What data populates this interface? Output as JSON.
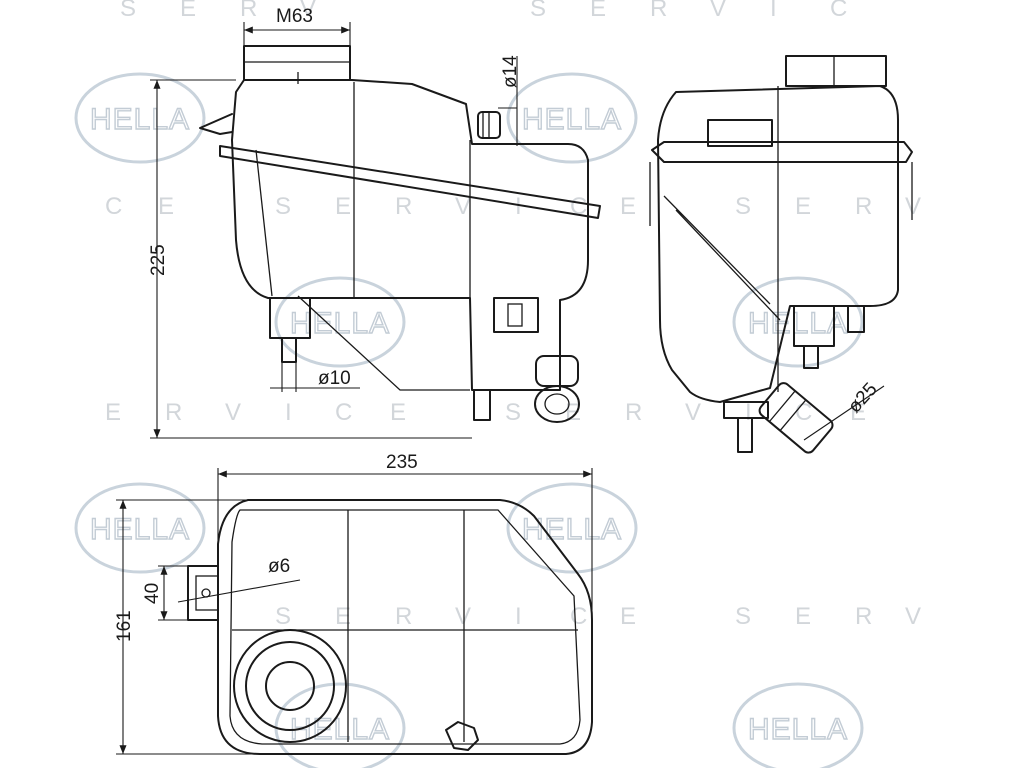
{
  "watermark": {
    "brand": "HELLA",
    "service_letters": [
      "S",
      "E",
      "R",
      "V",
      "I",
      "C",
      "E"
    ],
    "color": "#c9d3dc"
  },
  "dimensions": {
    "cap_thread": "M63",
    "outlet_small": "ø14",
    "outlet_bottom": "ø10",
    "height": "225",
    "width": "235",
    "depth": "161",
    "mount_height": "40",
    "mount_hole": "ø6",
    "outlet_large": "ø25"
  },
  "line_color": "#1a1a1a"
}
